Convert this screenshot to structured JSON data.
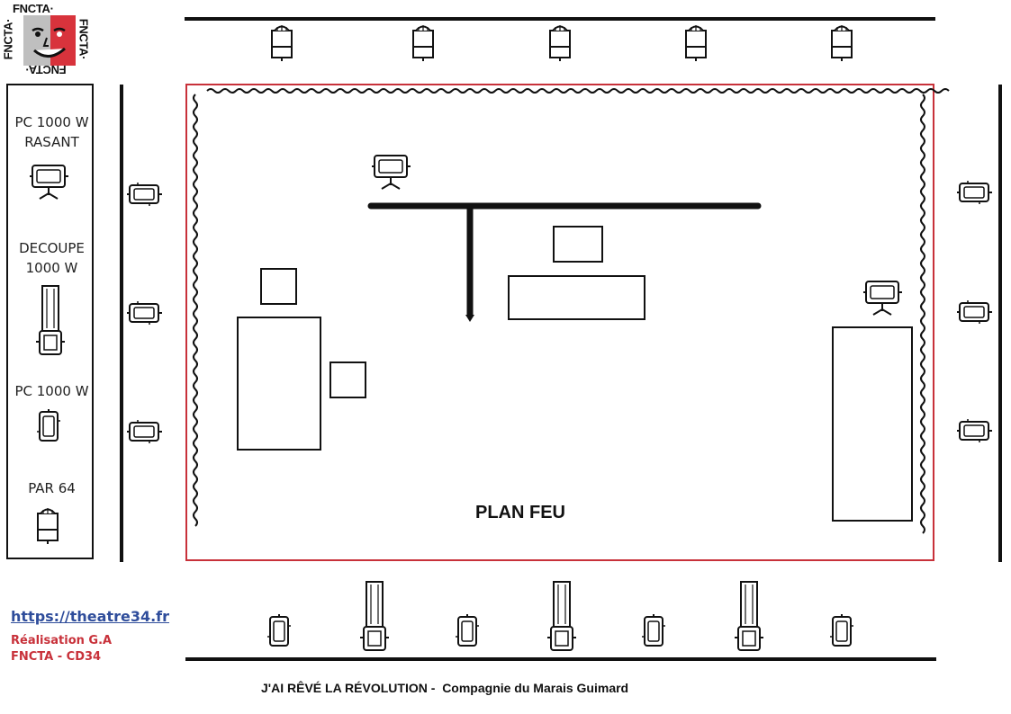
{
  "logo": {
    "text_top": "FNCTA·",
    "text_right": "FNCTA·",
    "text_bottom": "FNCTA·",
    "text_left": "FNCTA·",
    "accent_color": "#d8333c"
  },
  "legend": {
    "items": [
      {
        "label_line1": "PC 1000 W",
        "label_line2": "RASANT",
        "icon": "pc-rasant-icon"
      },
      {
        "label_line1": "DECOUPE",
        "label_line2": "1000 W",
        "icon": "decoupe-icon"
      },
      {
        "label_line1": "PC 1000 W",
        "label_line2": "",
        "icon": "pc-icon"
      },
      {
        "label_line1": "PAR 64",
        "label_line2": "",
        "icon": "par64-icon"
      }
    ]
  },
  "plan": {
    "title": "PLAN FEU",
    "stage_border_color": "#c8313a"
  },
  "website": "https://theatre34.fr",
  "credits": {
    "line1": "Réalisation G.A",
    "line2": "FNCTA - CD34"
  },
  "footer": {
    "play": "J'AI RÊVÉ LA RÉVOLUTION",
    "separator": " -  ",
    "company": "Compagnie du Marais Guimard"
  }
}
